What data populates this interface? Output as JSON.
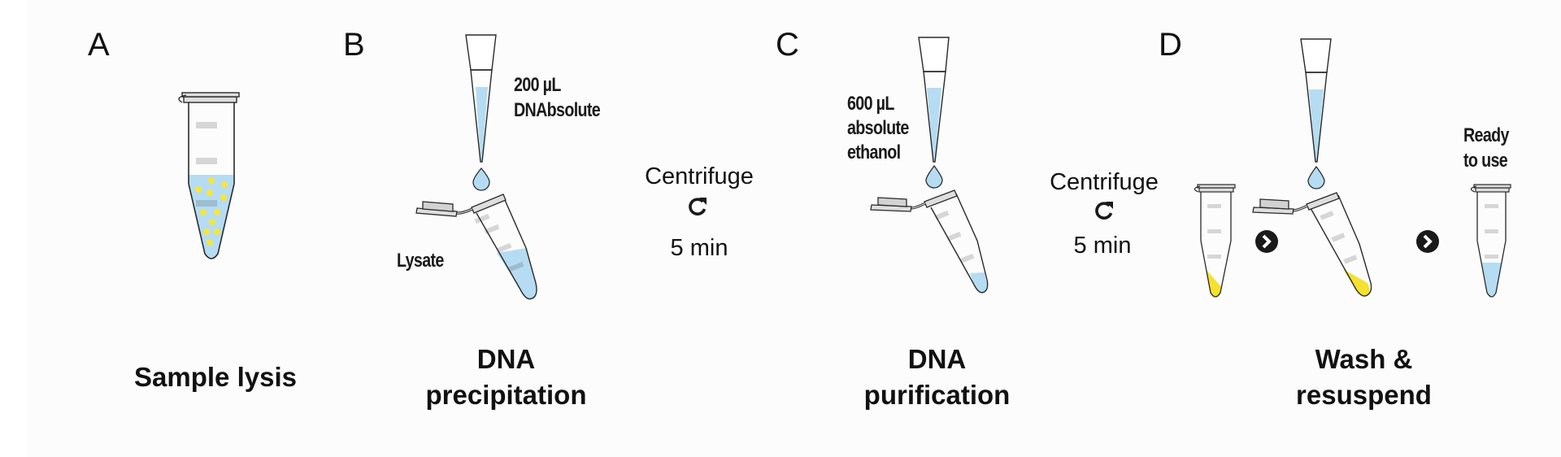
{
  "panels": [
    {
      "letter": "A",
      "title_lines": [
        "Sample lysis"
      ]
    },
    {
      "letter": "B",
      "title_lines": [
        "DNA",
        "precipitation"
      ],
      "reagent_lines": [
        "200 µL",
        "DNAbsolute"
      ],
      "sample_label": "Lysate"
    },
    {
      "letter": "C",
      "title_lines": [
        "DNA",
        "purification"
      ],
      "reagent_lines": [
        "600 µL",
        "absolute",
        "ethanol"
      ]
    },
    {
      "letter": "D",
      "title_lines": [
        "Wash &",
        "resuspend"
      ],
      "result_lines": [
        "Ready",
        "to use"
      ]
    }
  ],
  "centrifuge_steps": [
    {
      "label": "Centrifuge",
      "icon": "clockwise-arrow-icon",
      "duration": "5 min"
    },
    {
      "label": "Centrifuge",
      "icon": "clockwise-arrow-icon",
      "duration": "5 min"
    }
  ],
  "colors": {
    "liquid": "#b5dcf2",
    "particles": "#f7e53b",
    "pellet": "#f5e12e",
    "marks": "#d6d6d6",
    "cap": "#dedede",
    "outline": "#2a2a2a"
  }
}
